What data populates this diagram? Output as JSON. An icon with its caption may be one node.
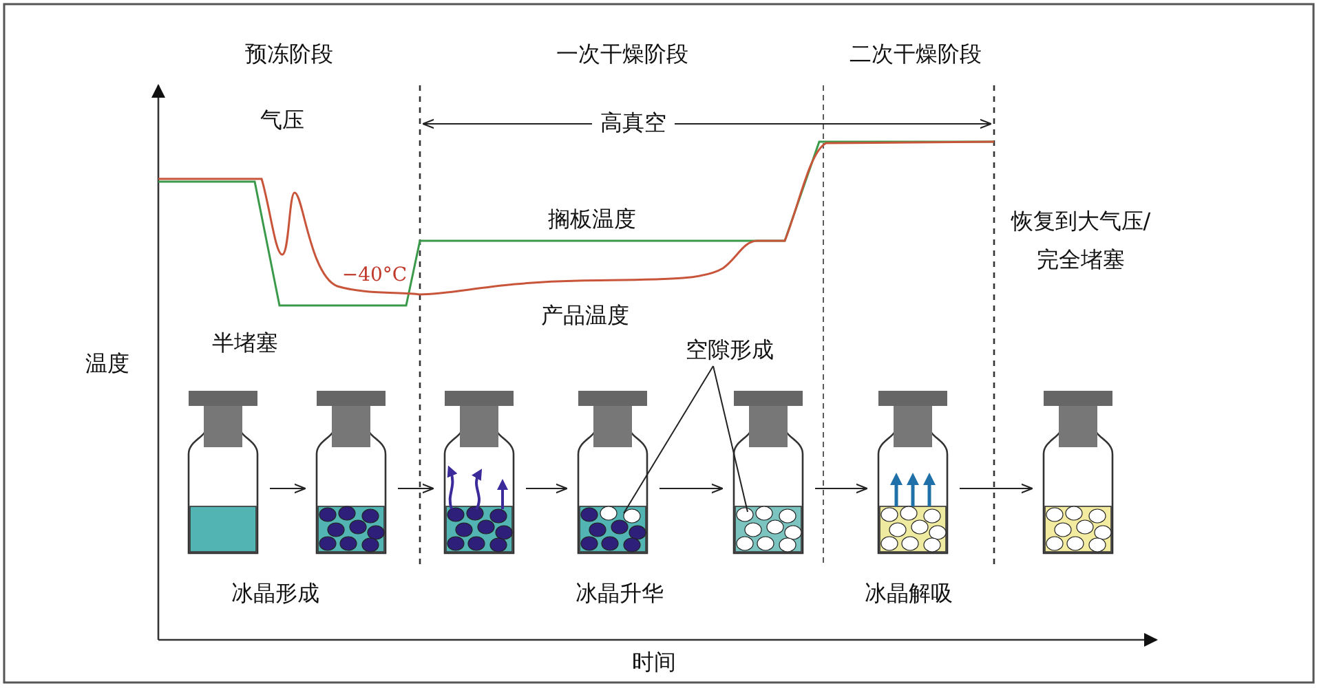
{
  "diagram": {
    "nodes": [
      {
        "text": [
          "空隙形成"
        ]
      },
      {
        "text": [],
        "shape": "picture"
      },
      {
        "text": [],
        "shape": "picture"
      },
      {
        "text": [],
        "shape": "picture"
      },
      {
        "text": [],
        "shape": "picture"
      },
      {
        "text": [],
        "shape": "picture"
      },
      {
        "text": [],
        "shape": "picture"
      },
      {
        "text": [],
        "shape": "picture"
      }
    ],
    "edges": [
      {
        "from": 1,
        "to": 2,
        "arrow": "to"
      },
      {
        "from": 2,
        "to": 3,
        "arrow": "to"
      },
      {
        "from": 3,
        "to": 4,
        "arrow": "to"
      },
      {
        "from": 4,
        "to": 5,
        "arrow": "to"
      },
      {
        "from": 5,
        "to": 6,
        "arrow": "to"
      },
      {
        "from": 6,
        "to": 7,
        "arrow": "to"
      },
      {
        "from": 0,
        "to": 4,
        "arrow": "none"
      },
      {
        "from": 0,
        "to": 5,
        "arrow": "none"
      }
    ],
    "labels": [
      "预冻阶段",
      "一次干燥阶段",
      "二次干燥阶段",
      "气压",
      "高真空",
      "搁板温度",
      "恢复到大气压/完全堵塞",
      "−40°C",
      "产品温度",
      "半堵塞",
      "温度",
      "冰晶形成",
      "冰晶升华",
      "冰晶解吸",
      "时间"
    ]
  }
}
